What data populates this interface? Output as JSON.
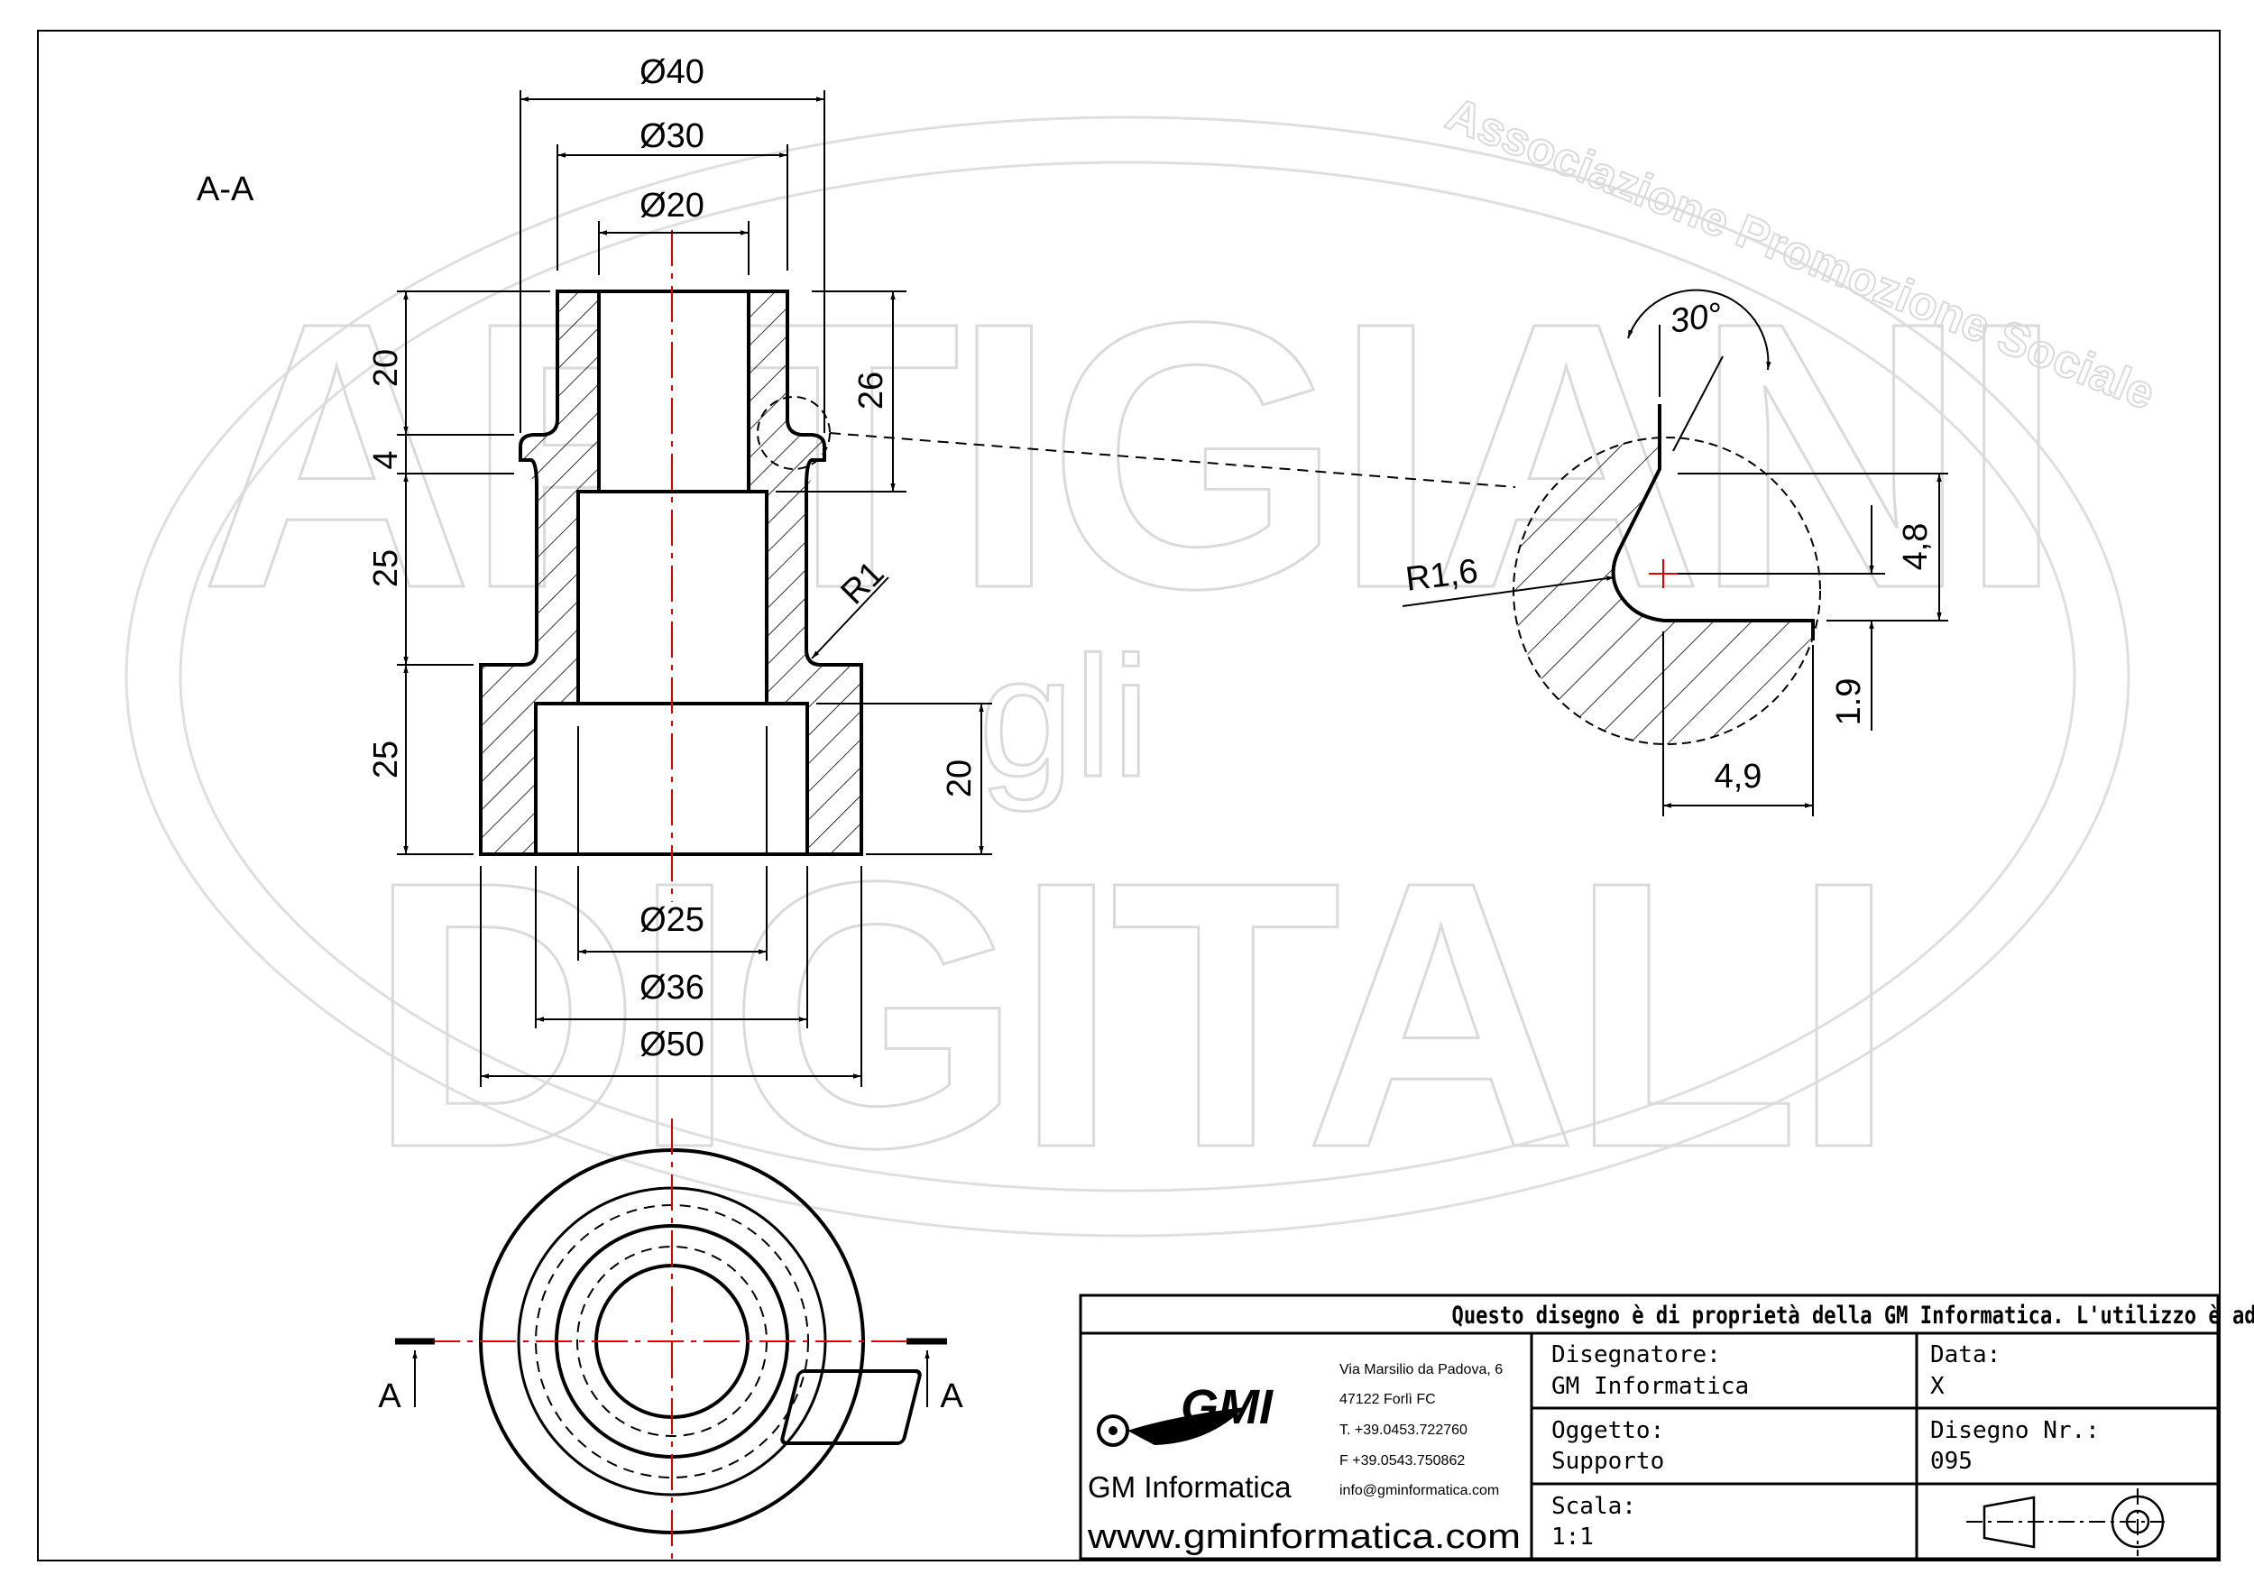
{
  "section_label": "A-A",
  "section_arrow_left": "A",
  "section_arrow_right": "A",
  "watermark": {
    "top_text": "ARTIGIANI",
    "middle_text": "gli",
    "bottom_text": "DIGITALI",
    "arc_text": "Associazione Promozione Sociale"
  },
  "dimensions": {
    "dia_40": "Ø40",
    "dia_30": "Ø30",
    "dia_20": "Ø20",
    "dia_25": "Ø25",
    "dia_36": "Ø36",
    "dia_50": "Ø50",
    "h_20_top": "20",
    "h_4": "4",
    "h_25_mid": "25",
    "h_25_bot": "25",
    "h_26": "26",
    "h_20_right": "20",
    "radius_r1": "R1"
  },
  "detail": {
    "angle": "30°",
    "radius": "R1,6",
    "dim_48": "4,8",
    "dim_19": "1.9",
    "dim_49": "4,9"
  },
  "title_block": {
    "notice": "Questo disegno è di proprietà della GM Informatica. L'utilizzo è ad esclusivo uso didattico.",
    "logo_text": "GMI",
    "company_name": "GM Informatica",
    "website": "www.gminformatica.com",
    "address_lines": [
      "Via Marsilio da Padova, 6",
      "47122  Forlì  FC",
      "T. +39.0453.722760",
      "F +39.0543.750862",
      "info@gminformatica.com"
    ],
    "designer_label": "Disegnatore:",
    "designer_value": "GM  Informatica",
    "date_label": "Data:",
    "date_value": "X",
    "object_label": "Oggetto:",
    "object_value": "Supporto",
    "drawing_no_label": "Disegno  Nr.:",
    "drawing_no_value": "095",
    "scale_label": "Scala:",
    "scale_value": "1:1"
  },
  "colors": {
    "line": "#000000",
    "centerline": "#e00000",
    "watermark": "#d8d8d8"
  }
}
